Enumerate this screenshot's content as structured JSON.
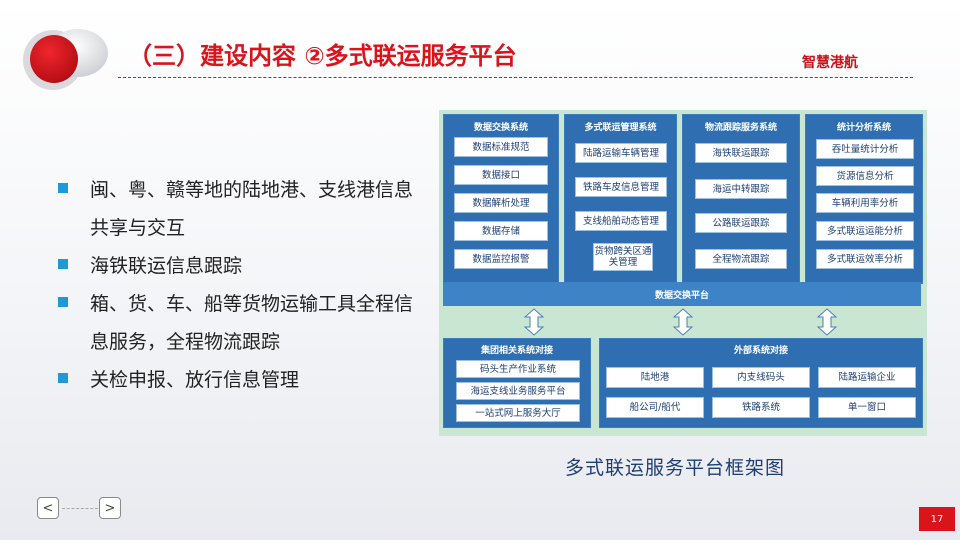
{
  "header": {
    "title": "（三）建设内容  ②多式联运服务平台",
    "brand": "智慧港航"
  },
  "bullets": [
    "闽、粤、赣等地的陆地港、支线港信息共享与交互",
    "海铁联运信息跟踪",
    "箱、货、车、船等货物运输工具全程信息服务，全程物流跟踪",
    "关检申报、放行信息管理"
  ],
  "diagram": {
    "columns": [
      {
        "title": "数据交换系统",
        "items": [
          "数据标准规范",
          "数据接口",
          "数据解析处理",
          "数据存储",
          "数据监控报警"
        ]
      },
      {
        "title": "多式联运管理系统",
        "items": [
          "陆路运输车辆管理",
          "铁路车皮信息管理",
          "支线船舶动态管理",
          "货物跨关区通关管理"
        ]
      },
      {
        "title": "物流跟踪服务系统",
        "items": [
          "海铁联运跟踪",
          "海运中转跟踪",
          "公路联运跟踪",
          "全程物流跟踪"
        ]
      },
      {
        "title": "统计分析系统",
        "items": [
          "吞吐量统计分析",
          "货源信息分析",
          "车辆利用率分析",
          "多式联运运能分析",
          "多式联运效率分析"
        ]
      }
    ],
    "bar_label": "数据交换平台",
    "group": {
      "title": "集团相关系统对接",
      "items": [
        "码头生产作业系统",
        "海运支线业务服务平台",
        "一站式网上服务大厅"
      ]
    },
    "external": {
      "title": "外部系统对接",
      "items": [
        "陆地港",
        "内支线码头",
        "陆路运输企业",
        "船公司/船代",
        "铁路系统",
        "单一窗口"
      ]
    },
    "caption": "多式联运服务平台框架图"
  },
  "footer": {
    "prev": "<",
    "next": ">",
    "page": "17"
  }
}
